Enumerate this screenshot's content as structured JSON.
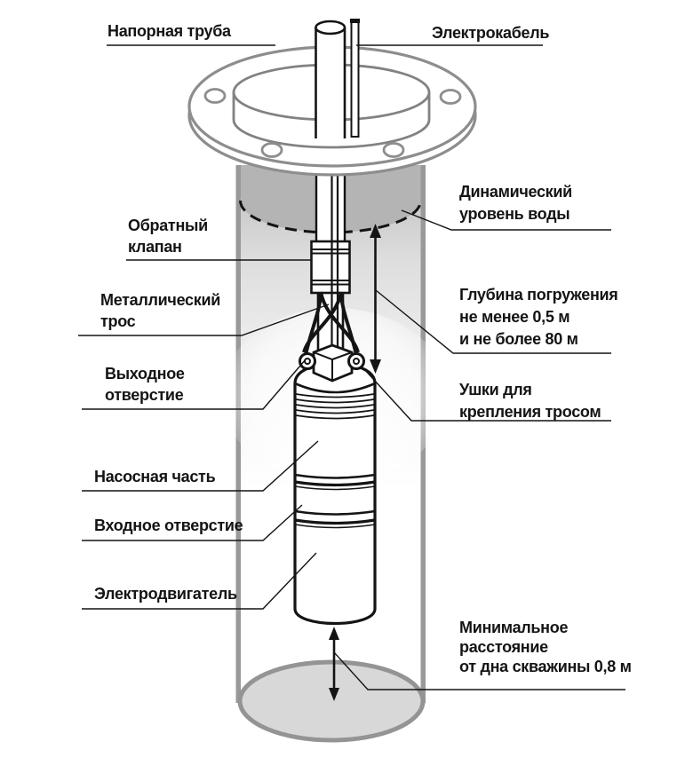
{
  "labels": {
    "pressure_pipe": "Напорная труба",
    "electric_cable": "Электрокабель",
    "check_valve": "Обратный\nклапан",
    "metal_cable": "Металлический\nтрос",
    "outlet_hole": "Выходное\nотверстие",
    "pump_part": "Насосная часть",
    "inlet_hole": "Входное отверстие",
    "electric_motor": "Электродвигатель",
    "dynamic_water_level": "Динамический\nуровень воды",
    "immersion_depth": "Глубина погружения\nне менее 0,5 м\nи не более 80 м",
    "mounting_ears": "Ушки для\nкрепления тросом",
    "min_bottom_distance": "Минимальное\nрасстояние\nот дна скважины 0,8 м"
  },
  "measurements": {
    "immersion_min": "0,5 м",
    "immersion_max": "80 м",
    "bottom_clearance": "0,8 м"
  },
  "colors": {
    "line": "#141414",
    "casing_wall": "#999999",
    "water_fill": "#b4b4b4",
    "well_bottom_fill": "#d8d8d8",
    "well_bottom_stroke": "#949494",
    "flange_outline": "#8d8d8d",
    "background": "#ffffff"
  }
}
